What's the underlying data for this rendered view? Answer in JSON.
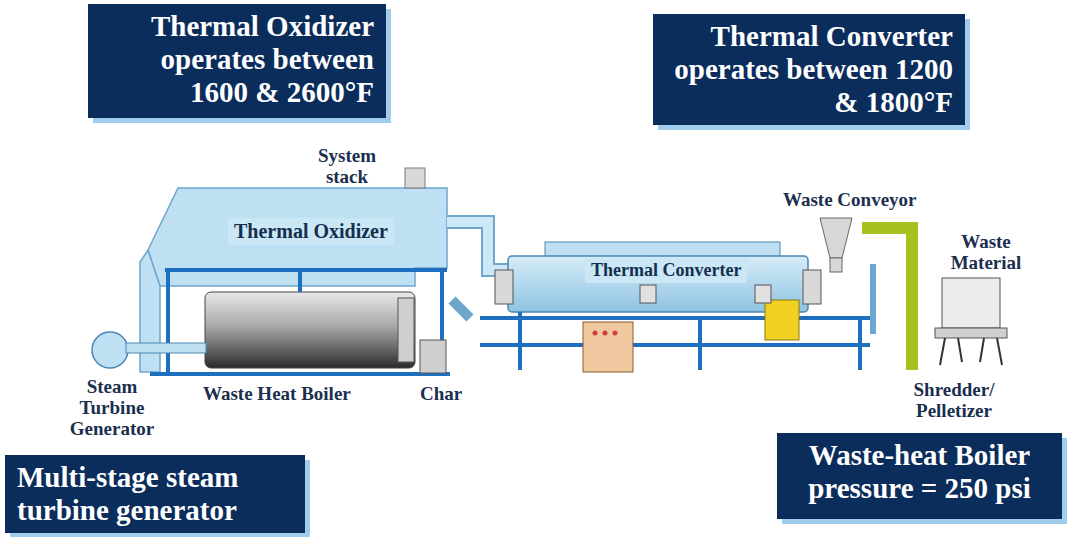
{
  "diagram": {
    "nodes": [
      {
        "text": [
          "Thermal Oxidizer operates between 1600 & 2600°F"
        ]
      },
      {
        "text": [
          "Thermal Converter operates between 1200 & 1800°F"
        ]
      },
      {
        "text": [
          "Thermal Oxidizer"
        ]
      },
      {
        "text": [
          "Thermal Converter"
        ]
      },
      {
        "text": [
          "Multi-stage steam turbine generator"
        ]
      },
      {
        "text": [
          "Waste-heat Boiler pressure = 250 psi"
        ]
      }
    ],
    "labels": [
      "System stack",
      "Waste Conveyor",
      "Waste Material",
      "Steam Turbine Generator",
      "Waste Heat Boiler",
      "Char",
      "Shredder/ Pelletizer"
    ]
  }
}
